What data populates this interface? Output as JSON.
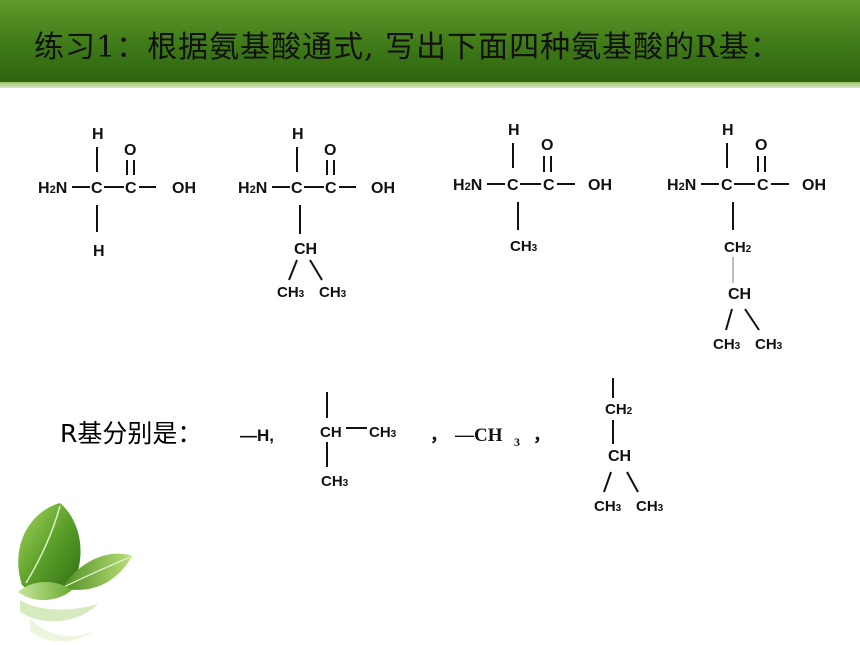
{
  "header": {
    "title": "练习1：根据氨基酸通式, 写出下面四种氨基酸的R基："
  },
  "label": "R基分别是：",
  "atoms": {
    "H": "H",
    "O": "O",
    "C": "C",
    "OH": "OH",
    "H2N": "H2N",
    "CH": "CH",
    "CH2": "CH2",
    "CH3": "CH3"
  },
  "answers": {
    "r1": "—H,",
    "sep1": "，",
    "r3_dash": "—CH",
    "r3_sub": "3",
    "sep2": "，"
  },
  "colors": {
    "header_green": "#3f7a18",
    "text": "#111111"
  },
  "icons": [
    "leaf-icon"
  ]
}
